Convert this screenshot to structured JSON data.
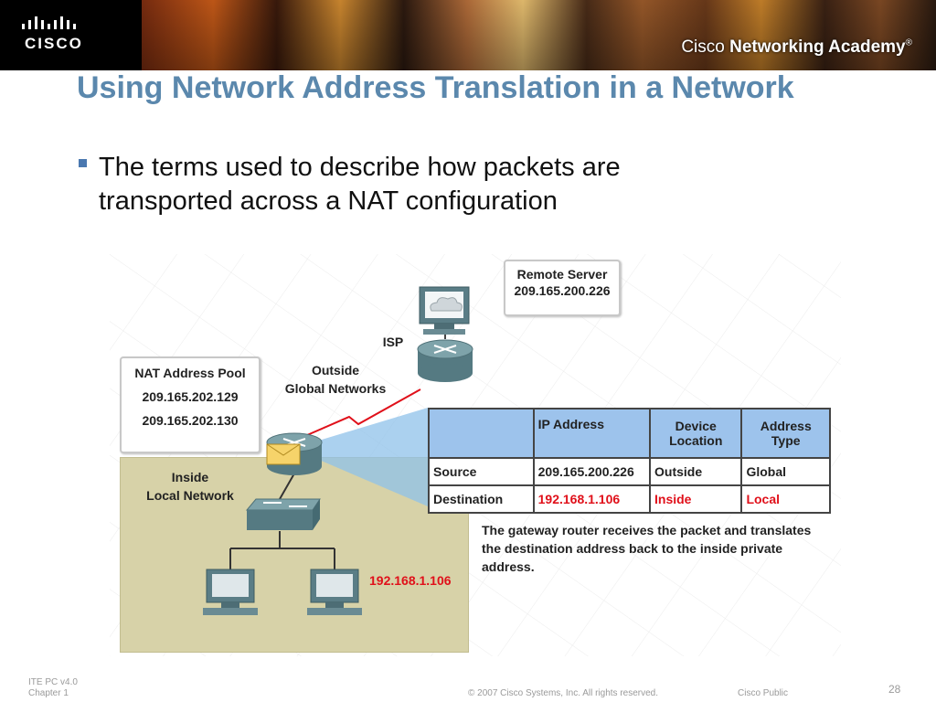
{
  "header": {
    "logo_text": "CISCO",
    "academy_part1": "Cisco",
    "academy_part2": "Networking Academy",
    "academy_mark": "®"
  },
  "slide": {
    "title": "Using Network Address Translation in a Network",
    "bullet": "The terms used to describe how packets are transported across a NAT configuration"
  },
  "diagram": {
    "remote_server_label": "Remote Server",
    "remote_server_ip": "209.165.200.226",
    "isp_label": "ISP",
    "outside_label_1": "Outside",
    "outside_label_2": "Global Networks",
    "nat_pool_title": "NAT Address Pool",
    "nat_pool_ip1": "209.165.202.129",
    "nat_pool_ip2": "209.165.202.130",
    "inside_label_1": "Inside",
    "inside_label_2": "Local Network",
    "host_ip": "192.168.1.106",
    "table": {
      "headers": [
        "",
        "IP Address",
        "Device Location",
        "Address Type"
      ],
      "rows": [
        {
          "label": "Source",
          "ip": "209.165.200.226",
          "location": "Outside",
          "type": "Global"
        },
        {
          "label": "Destination",
          "ip": "192.168.1.106",
          "location": "Inside",
          "type": "Local"
        }
      ]
    },
    "note": "The gateway router receives the packet and translates the destination address back to the inside private address."
  },
  "footer": {
    "course": "ITE PC v4.0",
    "chapter": "Chapter 1",
    "copyright": "© 2007 Cisco Systems, Inc. All rights reserved.",
    "classification": "Cisco Public",
    "page_number": "28"
  },
  "colors": {
    "title": "#5b88ad",
    "accent_red": "#e0101a",
    "table_header": "#9dc3ec",
    "local_area": "#d7d2a8"
  }
}
